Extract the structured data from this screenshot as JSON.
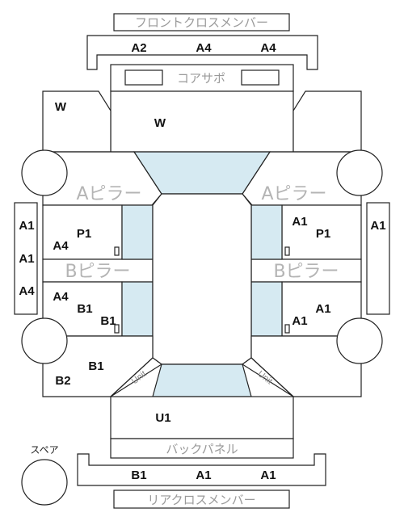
{
  "part_labels": {
    "front_cross_member": "フロントクロスメンバー",
    "core_support": "コアサポ",
    "a_pillar_left": "Aピラー",
    "a_pillar_right": "Aピラー",
    "b_pillar_left": "Bピラー",
    "b_pillar_right": "Bピラー",
    "back_panel": "バックパネル",
    "rear_cross_member": "リアクロスメンバー",
    "spare": "スペア",
    "unit_left": "Unit",
    "unit_right": "Unit"
  },
  "front_cross_member_codes": [
    "A2",
    "A4",
    "A4"
  ],
  "core_support_code": "W",
  "front_left_codes": [
    "W"
  ],
  "front_right_codes": [
    "A1"
  ],
  "left_edge_codes": [
    "A1",
    "A1",
    "A4"
  ],
  "right_edge_codes": [
    "A1"
  ],
  "left_front_door_codes": [
    "P1",
    "A4"
  ],
  "right_front_door_codes": [
    "A1",
    "P1"
  ],
  "left_rear_door_codes": [
    "A4",
    "B1",
    "B1"
  ],
  "right_rear_door_codes": [
    "A1",
    "A1"
  ],
  "rear_left_codes": [
    "B1",
    "B2"
  ],
  "rear_floor_code": "U1",
  "rear_cross_member_codes": [
    "B1",
    "A1",
    "A1"
  ],
  "colors": {
    "glass": "#d6eaf2",
    "outline": "#222222",
    "part_name_gray": "#9a9a9a",
    "pillar_gray": "#b4b4b4"
  }
}
